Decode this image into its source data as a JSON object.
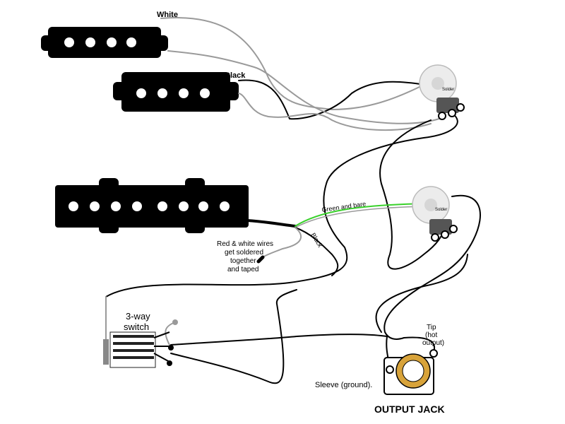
{
  "labels": {
    "white_wire": "White",
    "black_wire": "Black",
    "green_and_bare": "Green and bare",
    "black_wire_2": "Black",
    "red_white_line1": "Red & white wires",
    "red_white_line2": "get soldered",
    "red_white_line3": "together",
    "red_white_line4": "and taped",
    "switch_line1": "3-way",
    "switch_line2": "switch",
    "tip_line1": "Tip",
    "tip_line2": "(hot",
    "tip_line3": "output)",
    "sleeve": "Sleeve (ground).",
    "output_jack": "OUTPUT JACK",
    "pot_solder_1": "Solder",
    "pot_solder_2": "Solder"
  },
  "colors": {
    "pickup": "#000000",
    "pole": "#ffffff",
    "wire_black": "#000000",
    "wire_gray": "#9a9a9a",
    "wire_green": "#39d12b",
    "pot_body": "#ececec",
    "jack_ring": "#d8a33a",
    "switch_label": "#8a8a8a"
  }
}
